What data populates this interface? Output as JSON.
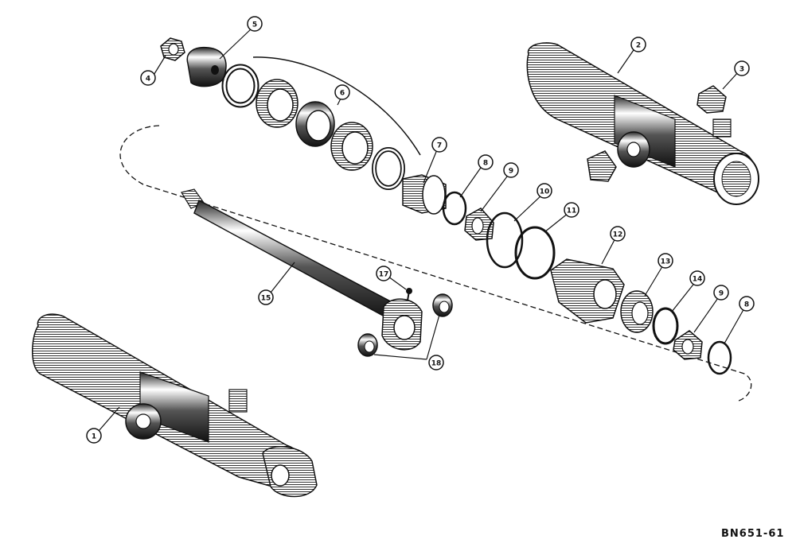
{
  "diagram": {
    "type": "exploded-parts-view",
    "drawing_code": "BN651-61",
    "callouts": [
      {
        "id": "c1",
        "label": "1"
      },
      {
        "id": "c2",
        "label": "2"
      },
      {
        "id": "c3",
        "label": "3"
      },
      {
        "id": "c4",
        "label": "4"
      },
      {
        "id": "c5",
        "label": "5"
      },
      {
        "id": "c6",
        "label": "6"
      },
      {
        "id": "c7",
        "label": "7"
      },
      {
        "id": "c8a",
        "label": "8"
      },
      {
        "id": "c9a",
        "label": "9"
      },
      {
        "id": "c10",
        "label": "10"
      },
      {
        "id": "c11",
        "label": "11"
      },
      {
        "id": "c12",
        "label": "12"
      },
      {
        "id": "c13",
        "label": "13"
      },
      {
        "id": "c14",
        "label": "14"
      },
      {
        "id": "c9b",
        "label": "9"
      },
      {
        "id": "c8b",
        "label": "8"
      },
      {
        "id": "c15",
        "label": "15"
      },
      {
        "id": "c17",
        "label": "17"
      },
      {
        "id": "c18",
        "label": "18"
      }
    ]
  }
}
